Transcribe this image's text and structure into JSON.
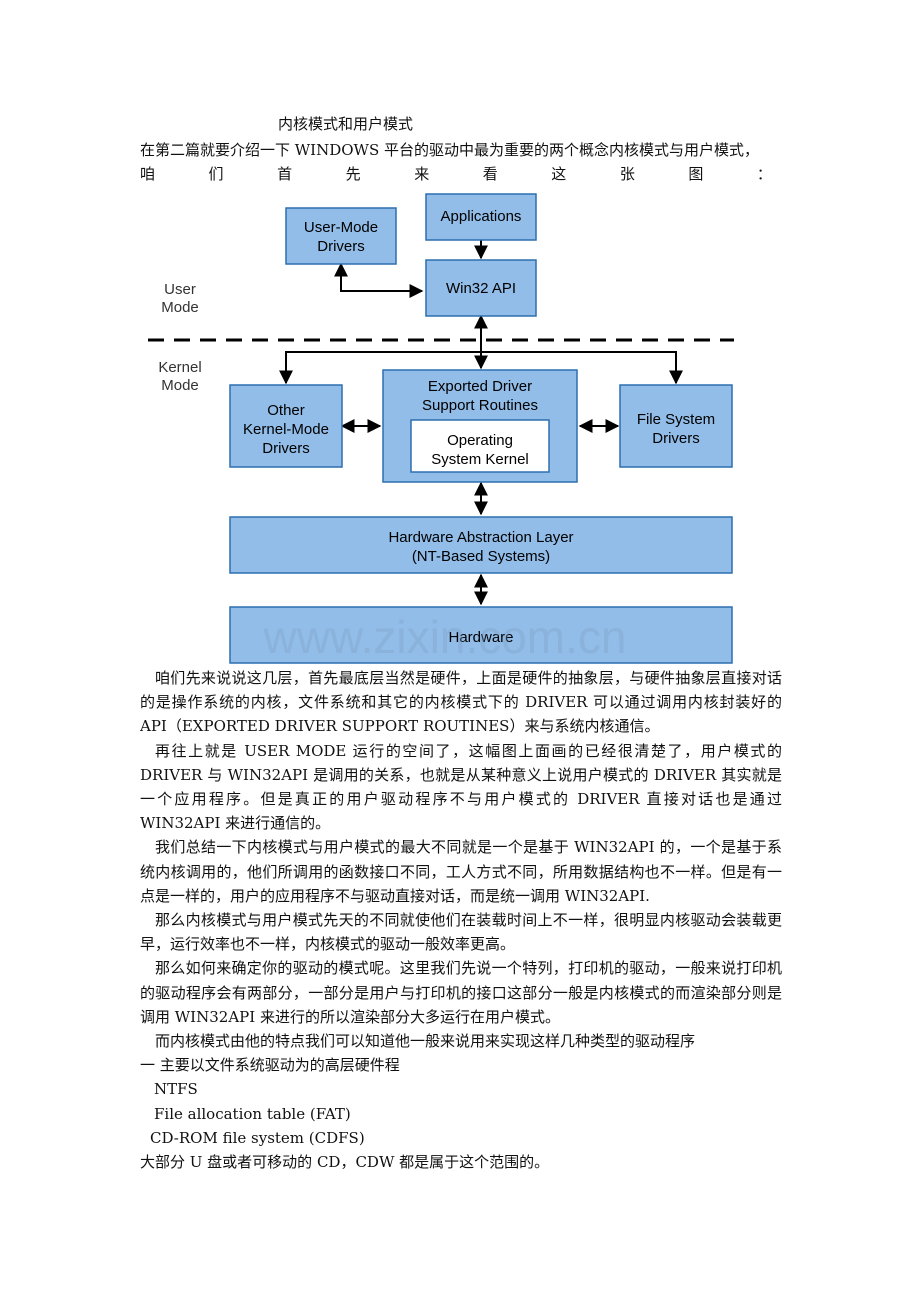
{
  "doc": {
    "title": "内核模式和用户模式",
    "intro_line1": "在第二篇就要介绍一下 WINDOWS 平台的驱动中最为重要的两个概念内核模式与用户模式，",
    "intro_line2_chars": [
      "咱",
      "们",
      "首",
      "先",
      "来",
      "看",
      "这",
      "张",
      "图",
      "："
    ]
  },
  "diagram": {
    "labels": {
      "user_mode_1": "User",
      "user_mode_2": "Mode",
      "kernel_mode_1": "Kernel",
      "kernel_mode_2": "Mode"
    },
    "boxes": {
      "user_mode_drivers_1": "User-Mode",
      "user_mode_drivers_2": "Drivers",
      "applications": "Applications",
      "win32_api": "Win32 API",
      "other_kmd_1": "Other",
      "other_kmd_2": "Kernel-Mode",
      "other_kmd_3": "Drivers",
      "exported_1": "Exported Driver",
      "exported_2": "Support Routines",
      "os_kernel_1": "Operating",
      "os_kernel_2": "System Kernel",
      "fs_drivers_1": "File System",
      "fs_drivers_2": "Drivers",
      "hal_1": "Hardware Abstraction Layer",
      "hal_2": "(NT-Based Systems)",
      "hardware": "Hardware"
    },
    "watermark": "www.zixin.com.cn",
    "colors": {
      "box_fill": "#91bde8",
      "box_stroke": "#2d6fb0",
      "inner_fill": "#ffffff"
    }
  },
  "body": {
    "p1": "咱们先来说说这几层，首先最底层当然是硬件，上面是硬件的抽象层，与硬件抽象层直接对话的是操作系统的内核，文件系统和其它的内核模式下的 DRIVER 可以通过调用内核封装好的 API（EXPORTED DRIVER SUPPORT ROUTINES）来与系统内核通信。",
    "p2": "再往上就是 USER MODE 运行的空间了，这幅图上面画的已经很清楚了，用户模式的 DRIVER 与 WIN32API 是调用的关系，也就是从某种意义上说用户模式的 DRIVER 其实就是一个应用程序。但是真正的用户驱动程序不与用户模式的 DRIVER 直接对话也是通过 WIN32API 来进行通信的。",
    "p3": "我们总结一下内核模式与用户模式的最大不同就是一个是基于 WIN32API 的，一个是基于系统内核调用的，他们所调用的函数接口不同，工人方式不同，所用数据结构也不一样。但是有一点是一样的，用户的应用程序不与驱动直接对话，而是统一调用 WIN32API.",
    "p4": "那么内核模式与用户模式先天的不同就使他们在装载时间上不一样，很明显内核驱动会装载更早，运行效率也不一样，内核模式的驱动一般效率更高。",
    "p5": "那么如何来确定你的驱动的模式呢。这里我们先说一个特列，打印机的驱动，一般来说打印机的驱动程序会有两部分，一部分是用户与打印机的接口这部分一般是内核模式的而渲染部分则是调用 WIN32API 来进行的所以渲染部分大多运行在用户模式。",
    "p6": "而内核模式由他的特点我们可以知道他一般来说用来实现这样几种类型的驱动程序",
    "p7": "一  主要以文件系统驱动为的高层硬件程",
    "items": [
      "NTFS",
      "File allocation table (FAT)",
      "CD-ROM file system (CDFS)"
    ],
    "p8": "大部分 U 盘或者可移动的 CD，CDW 都是属于这个范围的。"
  }
}
